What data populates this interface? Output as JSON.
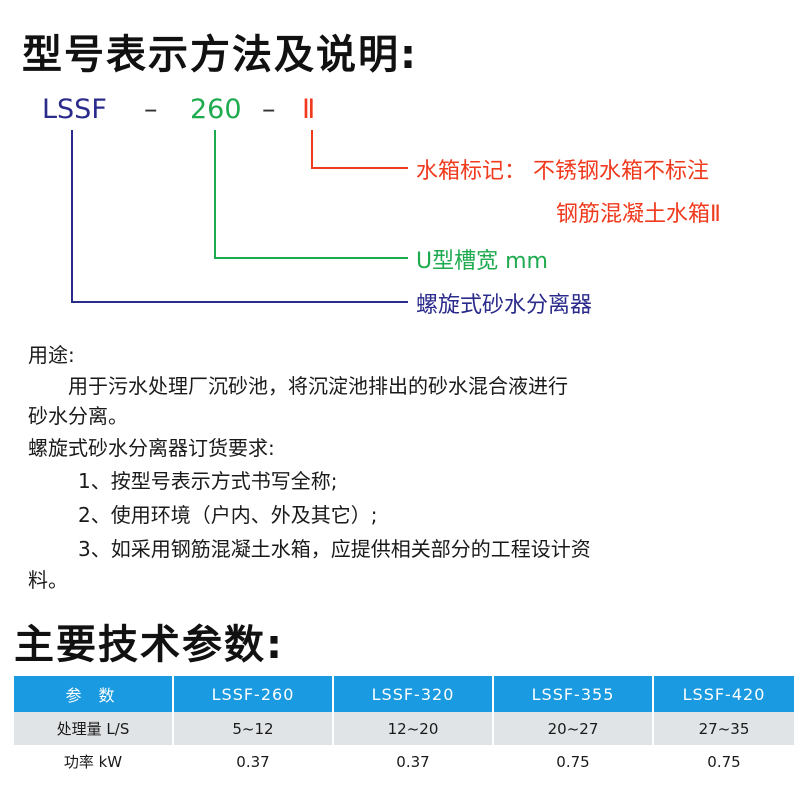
{
  "title_model": "型号表示方法及说明:",
  "model_code": {
    "part1": "LSSF",
    "dash1": "–",
    "part2": "260",
    "dash2": "–",
    "part3": "Ⅱ"
  },
  "explanations": {
    "water_tank_line1": "水箱标记： 不锈钢水箱不标注",
    "water_tank_line2": "钢筋混凝土水箱Ⅱ",
    "u_groove": "U型槽宽 mm",
    "separator": "螺旋式砂水分离器"
  },
  "colors": {
    "part1": "#2b2b8c",
    "part2": "#1eaa4e",
    "part3": "#f03a1e",
    "table_header": "#1a9ae0",
    "table_row_alt": "#e1e4e6"
  },
  "usage": {
    "heading": "用途:",
    "line1": "用于污水处理厂沉砂池，将沉淀池排出的砂水混合液进行",
    "line2": "砂水分离。"
  },
  "order": {
    "heading": "螺旋式砂水分离器订货要求:",
    "item1": "1、按型号表示方式书写全称;",
    "item2": "2、使用环境（户内、外及其它）;",
    "item3_line1": "3、如采用钢筋混凝土水箱，应提供相关部分的工程设计资",
    "item3_line2": "料。"
  },
  "title_params": "主要技术参数:",
  "table": {
    "header": [
      "参 数",
      "LSSF-260",
      "LSSF-320",
      "LSSF-355",
      "LSSF-420"
    ],
    "rows": [
      [
        "处理量 L/S",
        "5~12",
        "12~20",
        "20~27",
        "27~35"
      ],
      [
        "功率 kW",
        "0.37",
        "0.37",
        "0.75",
        "0.75"
      ]
    ]
  }
}
